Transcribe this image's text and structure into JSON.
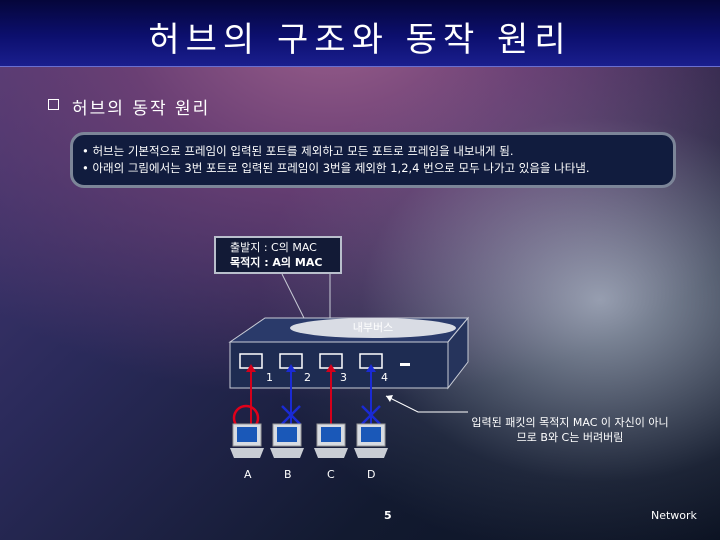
{
  "title": "허브의 구조와 동작 원리",
  "heading": "허브의 동작 원리",
  "info": [
    "• 허브는 기본적으로 프레임이 입력된 포트를 제외하고 모든 포트로 프레임을 내보내게 됨.",
    "• 아래의 그림에서는 3번 포트로 입력된 프레임이 3번을 제외한 1,2,4 번으로 모두 나가고 있음을 나타냄."
  ],
  "frame": {
    "source": "출발지 : C의 MAC",
    "destination": "목적지 : A의 MAC"
  },
  "bus_label": "내부버스",
  "ports": [
    "1",
    "2",
    "3",
    "4"
  ],
  "pcs": [
    "A",
    "B",
    "C",
    "D"
  ],
  "note": "입력된 패킷의 목적지 MAC 이 자신이 아니므로 B와 C는 버려버림",
  "page_number": "5",
  "footer": "Network",
  "colors": {
    "title_bar": "#0c0f6e",
    "link_red": "#d4001a",
    "link_blue": "#1a2ad4",
    "accept_circle": "#e0001a"
  }
}
